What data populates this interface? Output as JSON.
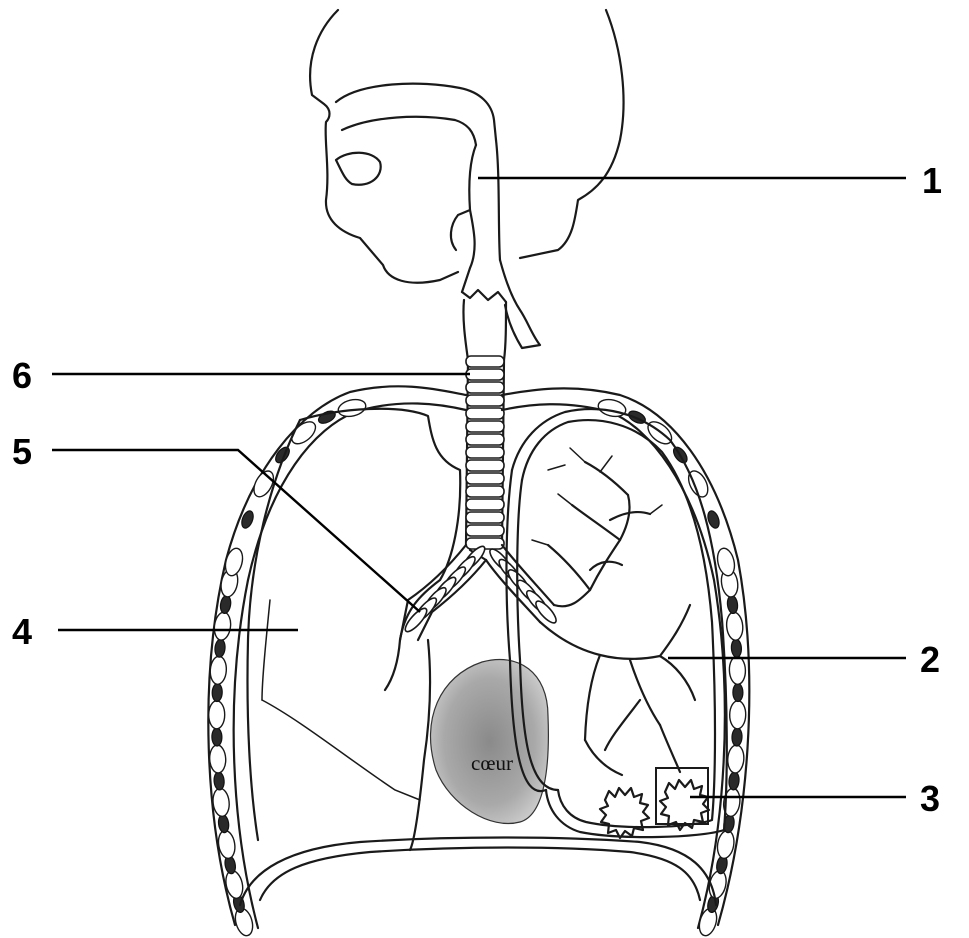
{
  "labels": [
    {
      "id": "1",
      "text": "1"
    },
    {
      "id": "2",
      "text": "2"
    },
    {
      "id": "3",
      "text": "3"
    },
    {
      "id": "4",
      "text": "4"
    },
    {
      "id": "5",
      "text": "5"
    },
    {
      "id": "6",
      "text": "6"
    }
  ],
  "organs": {
    "heart": "cœur"
  }
}
